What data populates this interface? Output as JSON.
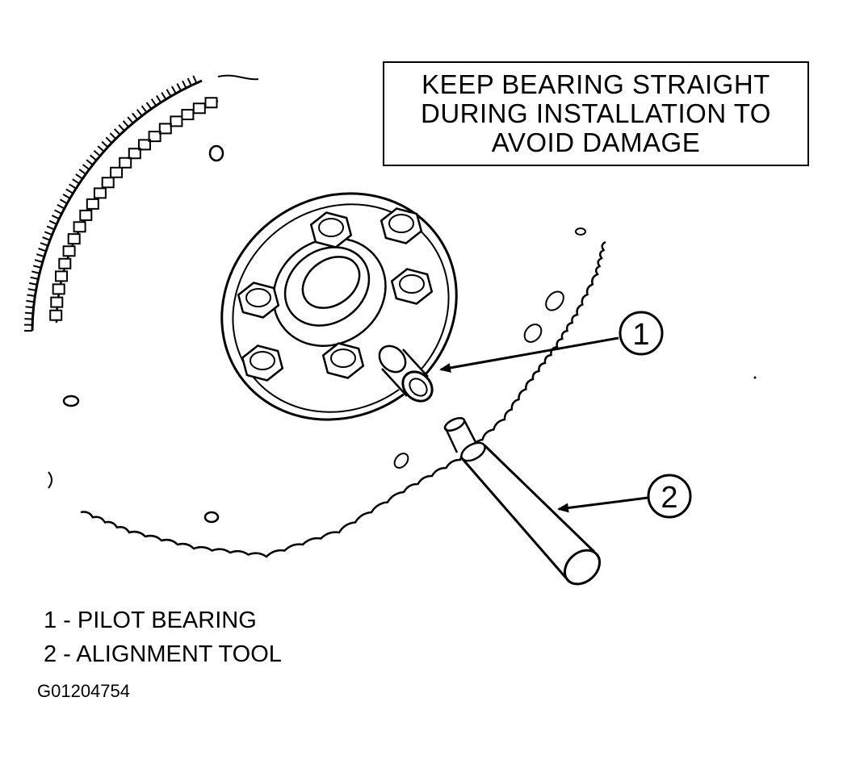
{
  "callout": {
    "lines": [
      "KEEP BEARING STRAIGHT",
      "DURING INSTALLATION TO",
      "AVOID DAMAGE"
    ]
  },
  "markers": [
    {
      "number": "1",
      "target": "pilot-bearing"
    },
    {
      "number": "2",
      "target": "alignment-tool"
    }
  ],
  "legend": [
    {
      "text": "1 - PILOT BEARING"
    },
    {
      "text": "2 - ALIGNMENT TOOL"
    }
  ],
  "figure_id": "G01204754",
  "colors": {
    "ink": "#000000",
    "paper": "#ffffff"
  }
}
